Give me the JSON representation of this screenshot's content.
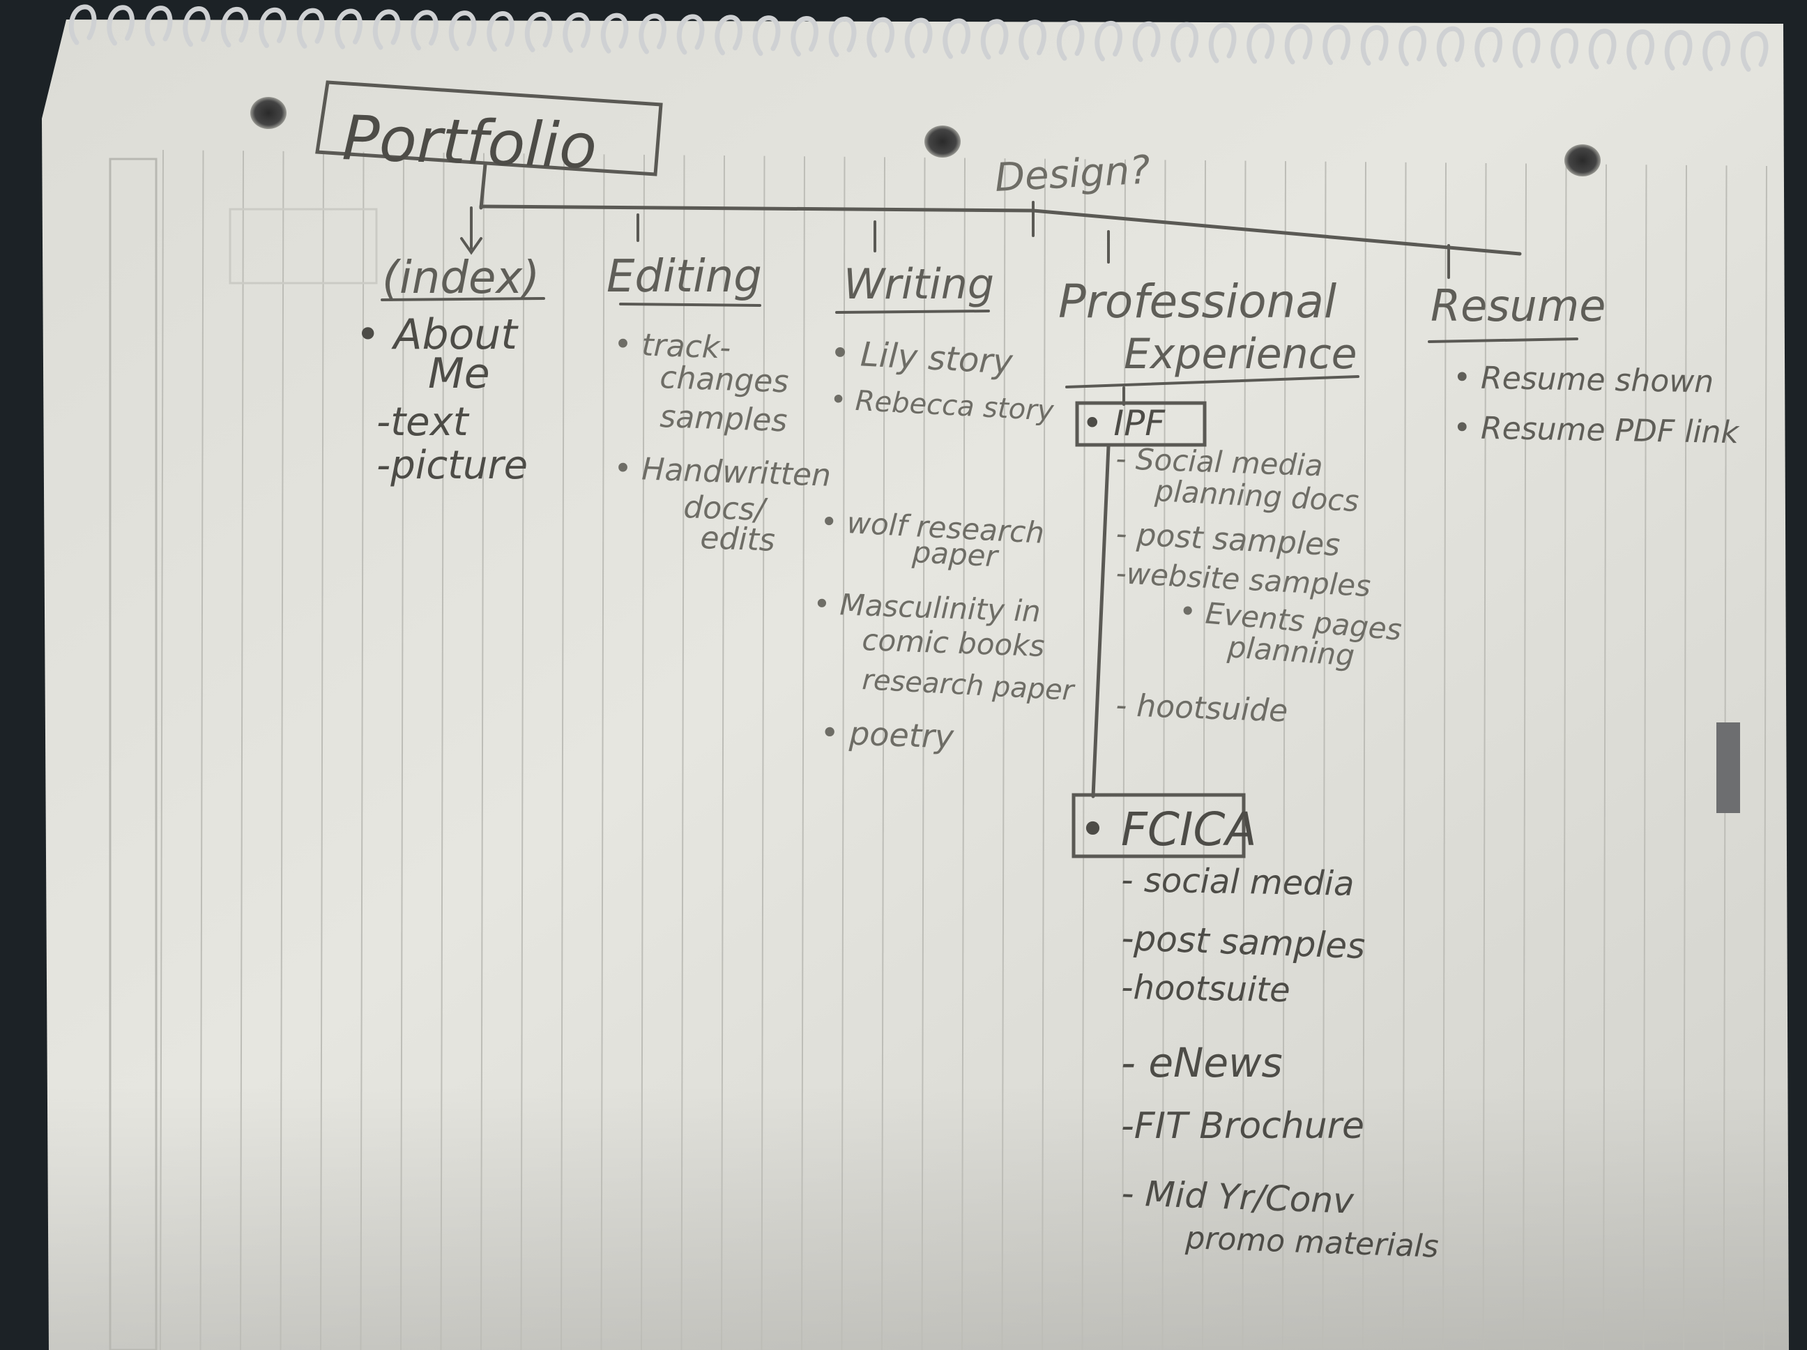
{
  "diagram": {
    "root": "Portfolio",
    "annotation": "Design?",
    "branches": [
      {
        "heading": "(index)",
        "items": [
          {
            "text": "• About",
            "level": 0
          },
          {
            "text": "Me",
            "level": 1
          },
          {
            "text": "-text",
            "level": 0
          },
          {
            "text": "-picture",
            "level": 0
          }
        ]
      },
      {
        "heading": "Editing",
        "items": [
          {
            "text": "• track-",
            "level": 0
          },
          {
            "text": "changes",
            "level": 1
          },
          {
            "text": "samples",
            "level": 1
          },
          {
            "text": "• Handwritten",
            "level": 0
          },
          {
            "text": "docs/",
            "level": 1
          },
          {
            "text": "edits",
            "level": 1
          }
        ]
      },
      {
        "heading": "Writing",
        "items": [
          {
            "text": "• Lily story",
            "level": 0
          },
          {
            "text": "• Rebecca story",
            "level": 0
          },
          {
            "text": "• wolf research",
            "level": 0
          },
          {
            "text": "paper",
            "level": 1
          },
          {
            "text": "• Masculinity in",
            "level": 0
          },
          {
            "text": "comic books",
            "level": 1
          },
          {
            "text": "research paper",
            "level": 1
          },
          {
            "text": "• poetry",
            "level": 0
          }
        ]
      },
      {
        "heading_line1": "Professional",
        "heading_line2": "Experience",
        "subgroups": [
          {
            "label": "• IPF",
            "items": [
              {
                "text": "- Social media",
                "level": 0
              },
              {
                "text": "planning docs",
                "level": 1
              },
              {
                "text": "- post samples",
                "level": 0
              },
              {
                "text": "-website samples",
                "level": 0
              },
              {
                "text": "• Events pages",
                "level": 1
              },
              {
                "text": "planning",
                "level": 2
              },
              {
                "text": "- hootsuide",
                "level": 0
              }
            ]
          },
          {
            "label": "• FCICA",
            "items": [
              {
                "text": "- social media",
                "level": 0
              },
              {
                "text": "-post samples",
                "level": 0
              },
              {
                "text": "-hootsuite",
                "level": 0
              },
              {
                "text": "- eNews",
                "level": 0
              },
              {
                "text": "-FIT Brochure",
                "level": 0
              },
              {
                "text": "- Mid Yr/Conv",
                "level": 0
              },
              {
                "text": "promo materials",
                "level": 1
              }
            ]
          }
        ]
      },
      {
        "heading": "Resume",
        "items": [
          {
            "text": "• Resume shown",
            "level": 0
          },
          {
            "text": "• Resume PDF link",
            "level": 0
          }
        ]
      }
    ]
  }
}
